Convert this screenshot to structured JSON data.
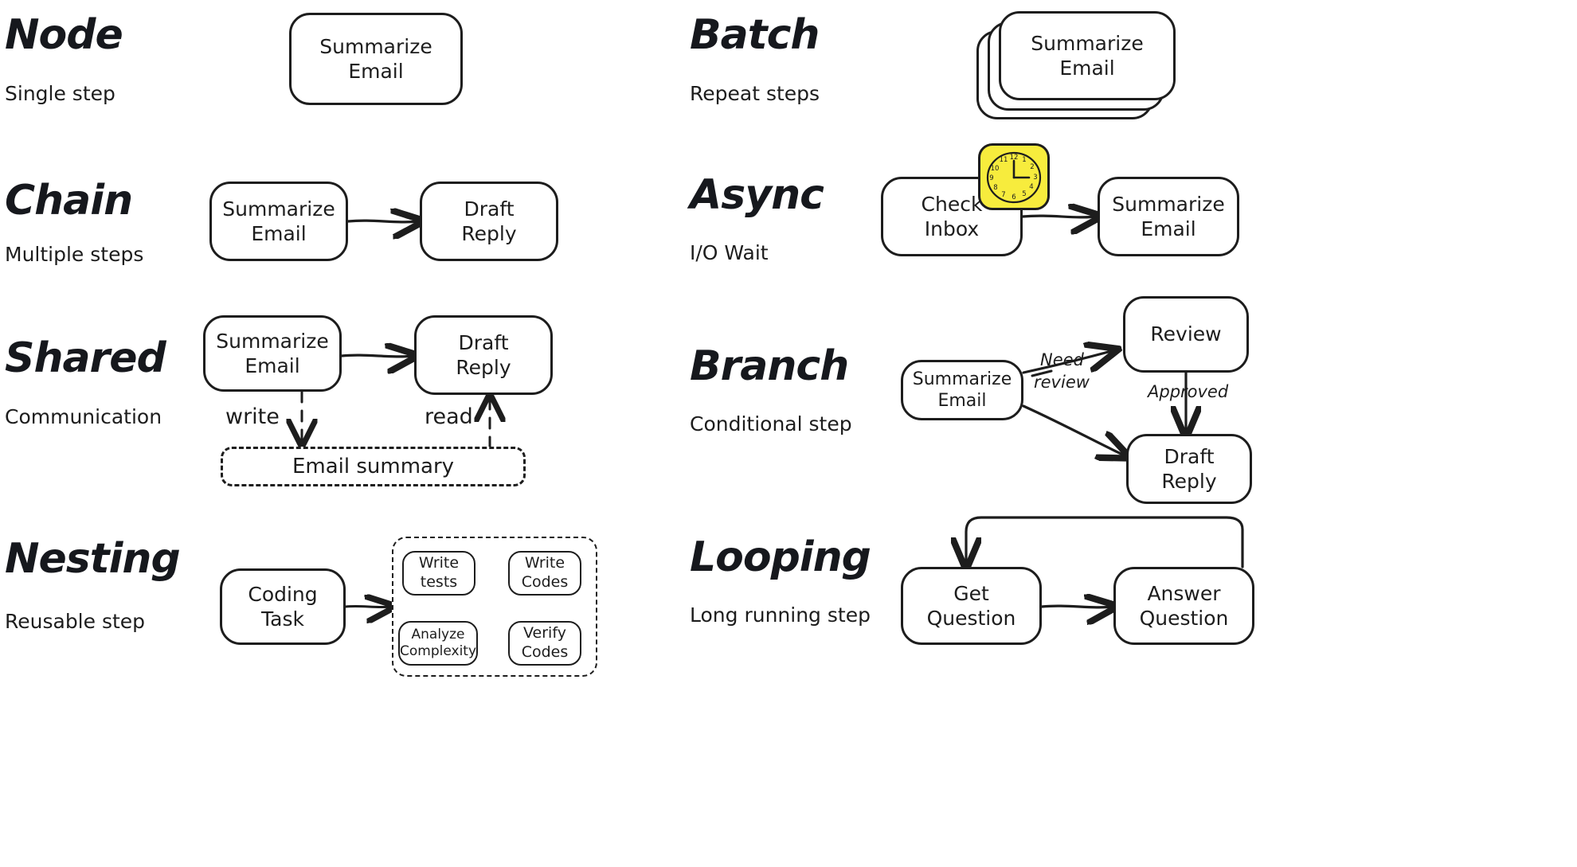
{
  "diagram": {
    "title_style": "hand-drawn whiteboard sketch",
    "ink_color": "#1d1d1d",
    "background": "#ffffff",
    "accent_color": "#f7ec3d",
    "sections": [
      {
        "id": "node",
        "title": "Node",
        "subtitle": "Single step",
        "nodes": [
          {
            "id": "n-summarize",
            "label": "Summarize\nEmail"
          }
        ],
        "edges": [],
        "edge_labels": []
      },
      {
        "id": "batch",
        "title": "Batch",
        "subtitle": "Repeat steps",
        "nodes": [
          {
            "id": "b-summarize",
            "label": "Summarize\nEmail"
          }
        ],
        "stack_count": 3,
        "edges": [],
        "edge_labels": []
      },
      {
        "id": "chain",
        "title": "Chain",
        "subtitle": "Multiple steps",
        "nodes": [
          {
            "id": "c-summarize",
            "label": "Summarize\nEmail"
          },
          {
            "id": "c-draft",
            "label": "Draft\nReply"
          }
        ],
        "edges": [
          {
            "from": "c-summarize",
            "to": "c-draft",
            "style": "solid"
          }
        ],
        "edge_labels": []
      },
      {
        "id": "async",
        "title": "Async",
        "subtitle": "I/O Wait",
        "nodes": [
          {
            "id": "a-check",
            "label": "Check\nInbox"
          },
          {
            "id": "a-summarize",
            "label": "Summarize\nEmail"
          }
        ],
        "icons": [
          {
            "name": "clock-icon",
            "hours": [
              "12",
              "1",
              "2",
              "3",
              "4",
              "5",
              "6",
              "7",
              "8",
              "9",
              "10",
              "11"
            ],
            "time": "3:00"
          }
        ],
        "edges": [
          {
            "from": "a-check",
            "to": "a-summarize",
            "style": "solid"
          }
        ],
        "edge_labels": []
      },
      {
        "id": "shared",
        "title": "Shared",
        "subtitle": "Communication",
        "nodes": [
          {
            "id": "s-summarize",
            "label": "Summarize\nEmail"
          },
          {
            "id": "s-draft",
            "label": "Draft\nReply"
          }
        ],
        "store": {
          "id": "s-store",
          "label": "Email summary",
          "style": "dashed"
        },
        "edges": [
          {
            "from": "s-summarize",
            "to": "s-draft",
            "style": "solid"
          },
          {
            "from": "s-summarize",
            "to": "s-store",
            "style": "dashed"
          },
          {
            "from": "s-store",
            "to": "s-draft",
            "style": "dashed"
          }
        ],
        "edge_labels": [
          {
            "text": "write"
          },
          {
            "text": "read"
          }
        ]
      },
      {
        "id": "branch",
        "title": "Branch",
        "subtitle": "Conditional step",
        "nodes": [
          {
            "id": "br-summarize",
            "label": "Summarize\nEmail"
          },
          {
            "id": "br-review",
            "label": "Review"
          },
          {
            "id": "br-draft",
            "label": "Draft\nReply"
          }
        ],
        "edges": [
          {
            "from": "br-summarize",
            "to": "br-review",
            "style": "solid"
          },
          {
            "from": "br-summarize",
            "to": "br-draft",
            "style": "solid"
          },
          {
            "from": "br-review",
            "to": "br-draft",
            "style": "solid"
          }
        ],
        "edge_labels": [
          {
            "text": "Need",
            "text2": "review"
          },
          {
            "text": "Approved"
          }
        ]
      },
      {
        "id": "nesting",
        "title": "Nesting",
        "subtitle": "Reusable step",
        "nodes": [
          {
            "id": "ne-coding",
            "label": "Coding\nTask"
          },
          {
            "id": "ne-write-tests",
            "label": "Write\ntests"
          },
          {
            "id": "ne-write-codes",
            "label": "Write\nCodes"
          },
          {
            "id": "ne-verify-codes",
            "label": "Verify\nCodes"
          },
          {
            "id": "ne-analyze",
            "label": "Analyze\nComplexity"
          }
        ],
        "edges": [
          {
            "from": "ne-coding",
            "to": "ne-write-tests",
            "style": "solid"
          },
          {
            "from": "ne-write-tests",
            "to": "ne-write-codes",
            "style": "solid"
          },
          {
            "from": "ne-write-codes",
            "to": "ne-verify-codes",
            "style": "solid"
          },
          {
            "from": "ne-verify-codes",
            "to": "ne-analyze",
            "style": "solid"
          }
        ],
        "edge_labels": []
      },
      {
        "id": "looping",
        "title": "Looping",
        "subtitle": "Long running step",
        "nodes": [
          {
            "id": "lo-get",
            "label": "Get\nQuestion"
          },
          {
            "id": "lo-answer",
            "label": "Answer\nQuestion"
          }
        ],
        "edges": [
          {
            "from": "lo-get",
            "to": "lo-answer",
            "style": "solid"
          },
          {
            "from": "lo-answer",
            "to": "lo-get",
            "style": "solid-loopback"
          }
        ],
        "edge_labels": []
      }
    ]
  }
}
